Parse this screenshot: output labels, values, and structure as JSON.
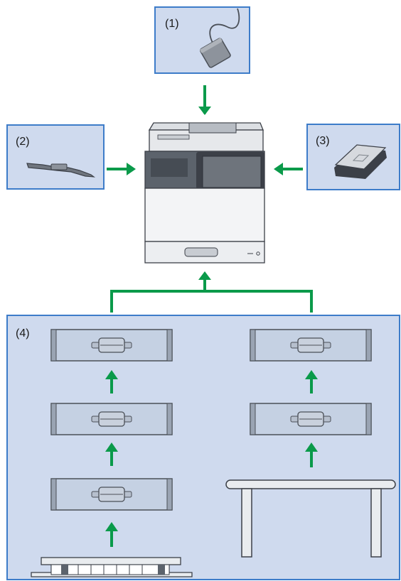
{
  "colors": {
    "panel_fill": "#cfdaee",
    "panel_stroke": "#3d7cc9",
    "arrow": "#0a9a4a",
    "tray_fill": "#c5d1e3",
    "tray_stroke": "#4a4f57"
  },
  "options": [
    {
      "id": "1",
      "label": "(1)",
      "icon": "foot-switch-icon"
    },
    {
      "id": "2",
      "label": "(2)",
      "icon": "paper-guide-icon"
    },
    {
      "id": "3",
      "label": "(3)",
      "icon": "card-reader-icon"
    },
    {
      "id": "4",
      "label": "(4)",
      "icon": "paper-feed-unit-icon"
    }
  ],
  "center_device": "multifunction-printer-icon",
  "stacks": [
    {
      "name": "left",
      "trays": 3,
      "base": "caster-base"
    },
    {
      "name": "right",
      "trays": 2,
      "base": "table"
    }
  ]
}
